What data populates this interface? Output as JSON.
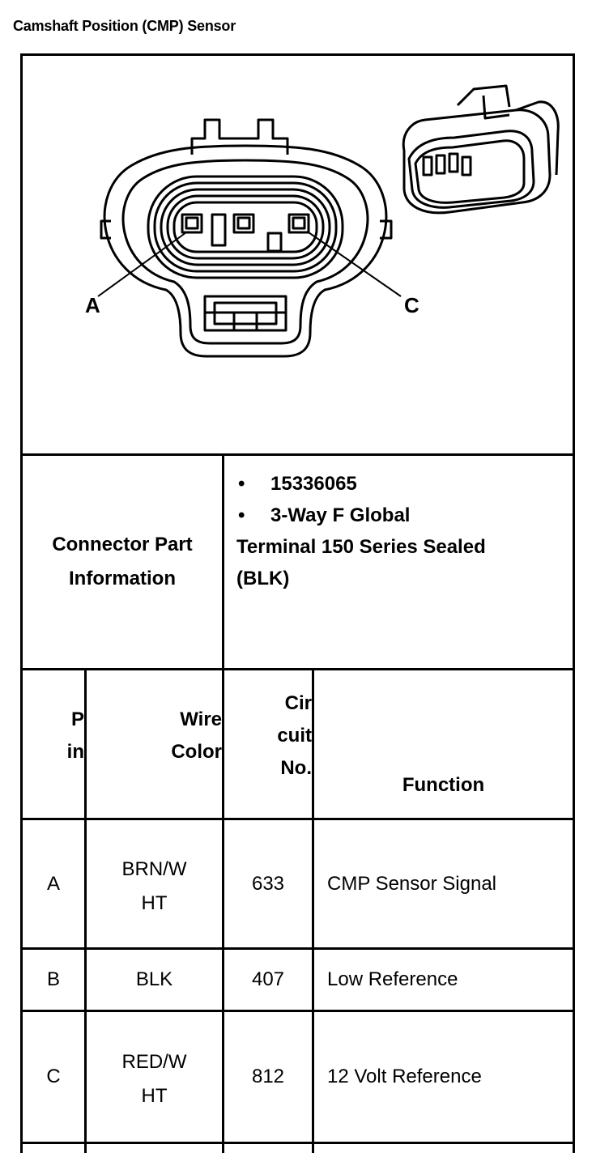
{
  "page_title": "Camshaft Position (CMP) Sensor",
  "diagram": {
    "label_a": "A",
    "label_c": "C"
  },
  "connector": {
    "label_line1": "Connector Part",
    "label_line2": "Information",
    "part_number": "15336065",
    "description_line1": "3-Way F Global",
    "description_line2": "Terminal 150 Series Sealed",
    "description_line3": "(BLK)"
  },
  "table": {
    "headers": {
      "pin": [
        "P",
        "in"
      ],
      "wire_color": [
        "Wire",
        "Color"
      ],
      "circuit_no": [
        "Cir",
        "cuit",
        "No."
      ],
      "function": "Function"
    },
    "rows": [
      {
        "pin": "A",
        "wire_color": [
          "BRN/W",
          "HT"
        ],
        "circuit": "633",
        "function": "CMP Sensor Signal"
      },
      {
        "pin": "B",
        "wire_color": [
          "BLK"
        ],
        "circuit": "407",
        "function": "Low Reference"
      },
      {
        "pin": "C",
        "wire_color": [
          "RED/W",
          "HT"
        ],
        "circuit": "812",
        "function": "12 Volt Reference"
      }
    ]
  }
}
